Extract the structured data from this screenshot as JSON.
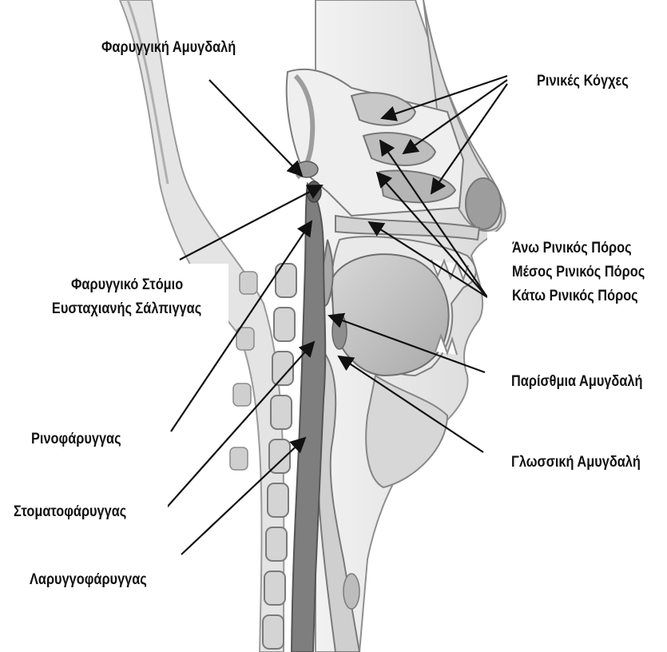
{
  "labels": {
    "pharyngeal_tonsil": "Φαρυγγική Αμυγδαλή",
    "nasal_conchae": "Ρινικές Κόγχες",
    "eustachian_line1": "Φαρυγγικό Στόμιο",
    "eustachian_line2": "Ευσταχιανής Σάλπιγγας",
    "upper_meatus": "Άνω Ρινικός Πόρος",
    "middle_meatus": "Μέσος Ρινικός Πόρος",
    "lower_meatus": "Κάτω Ρινικός Πόρος",
    "palatine_tonsil": "Παρίσθμια Αμυγδαλή",
    "lingual_tonsil": "Γλωσσική Αμυγδαλή",
    "nasopharynx": "Ρινοφάρυγγας",
    "oropharynx": "Στοματοφάρυγγας",
    "laryngopharynx": "Λαρυγγοφάρυγγας"
  },
  "colors": {
    "line": "#111111",
    "tissue_light": "#e6e6e6",
    "tissue_mid": "#c9c9c9",
    "tissue_dark": "#8a8a8a",
    "airway": "#7a7a7a"
  }
}
